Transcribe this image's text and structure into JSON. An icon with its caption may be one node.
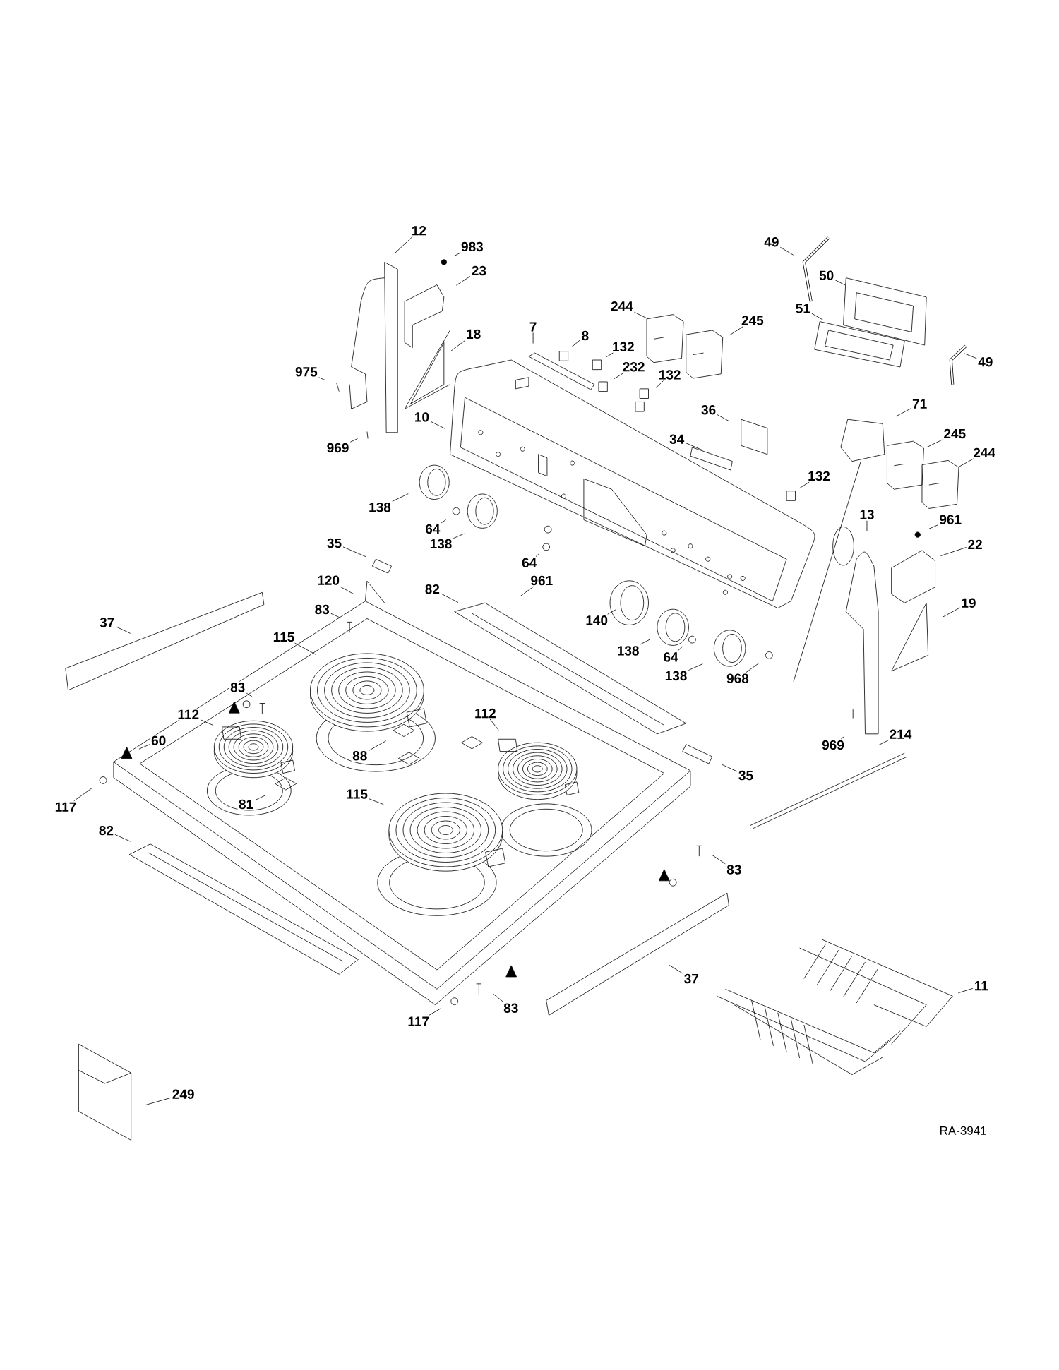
{
  "diagram": {
    "nodes": [
      {
        "text": [
          "12"
        ]
      },
      {
        "text": [
          "49"
        ]
      },
      {
        "text": [
          "983"
        ]
      },
      {
        "text": [
          "23"
        ]
      },
      {
        "text": [
          "50"
        ]
      },
      {
        "text": [
          "244"
        ]
      },
      {
        "text": [
          "51"
        ]
      },
      {
        "text": [
          "245"
        ]
      },
      {
        "text": [
          "7"
        ]
      },
      {
        "text": [
          "18"
        ]
      },
      {
        "text": [
          "8"
        ]
      },
      {
        "text": [
          "132"
        ]
      },
      {
        "text": [
          "49"
        ]
      },
      {
        "text": [
          "232"
        ]
      },
      {
        "text": [
          "975"
        ]
      },
      {
        "text": [
          "132"
        ]
      },
      {
        "text": [
          "71"
        ]
      },
      {
        "text": [
          "36"
        ]
      },
      {
        "text": [
          "10"
        ]
      },
      {
        "text": [
          "245"
        ]
      },
      {
        "text": [
          "34"
        ]
      },
      {
        "text": [
          "969"
        ]
      },
      {
        "text": [
          "244"
        ]
      },
      {
        "text": [
          "132"
        ]
      },
      {
        "text": [
          "138"
        ]
      },
      {
        "text": [
          "13"
        ]
      },
      {
        "text": [
          "961"
        ]
      },
      {
        "text": [
          "64"
        ]
      },
      {
        "text": [
          "138"
        ]
      },
      {
        "text": [
          "35"
        ]
      },
      {
        "text": [
          "22"
        ]
      },
      {
        "text": [
          "64"
        ]
      },
      {
        "text": [
          "120"
        ]
      },
      {
        "text": [
          "961"
        ]
      },
      {
        "text": [
          "82"
        ]
      },
      {
        "text": [
          "19"
        ]
      },
      {
        "text": [
          "83"
        ]
      },
      {
        "text": [
          "140"
        ]
      },
      {
        "text": [
          "37"
        ]
      },
      {
        "text": [
          "115"
        ]
      },
      {
        "text": [
          "138"
        ]
      },
      {
        "text": [
          "64"
        ]
      },
      {
        "text": [
          "138"
        ]
      },
      {
        "text": [
          "968"
        ]
      },
      {
        "text": [
          "83"
        ]
      },
      {
        "text": [
          "112"
        ]
      },
      {
        "text": [
          "112"
        ]
      },
      {
        "text": [
          "214"
        ]
      },
      {
        "text": [
          "969"
        ]
      },
      {
        "text": [
          "60"
        ]
      },
      {
        "text": [
          "88"
        ]
      },
      {
        "text": [
          "35"
        ]
      },
      {
        "text": [
          "115"
        ]
      },
      {
        "text": [
          "81"
        ]
      },
      {
        "text": [
          "117"
        ]
      },
      {
        "text": [
          "82"
        ]
      },
      {
        "text": [
          "83"
        ]
      },
      {
        "text": [
          "37"
        ]
      },
      {
        "text": [
          "11"
        ]
      },
      {
        "text": [
          "83"
        ]
      },
      {
        "text": [
          "117"
        ]
      },
      {
        "text": [
          "249"
        ]
      }
    ],
    "edges": [
      {
        "from": 0,
        "to": null,
        "arrow": "none"
      },
      {
        "from": 1,
        "to": null,
        "arrow": "none"
      },
      {
        "from": 2,
        "to": null,
        "arrow": "none"
      },
      {
        "from": 3,
        "to": null,
        "arrow": "none"
      },
      {
        "from": 4,
        "to": null,
        "arrow": "none"
      },
      {
        "from": 5,
        "to": null,
        "arrow": "none"
      },
      {
        "from": 6,
        "to": null,
        "arrow": "none"
      },
      {
        "from": 7,
        "to": null,
        "arrow": "none"
      },
      {
        "from": 8,
        "to": null,
        "arrow": "none"
      },
      {
        "from": 9,
        "to": null,
        "arrow": "none"
      },
      {
        "from": 10,
        "to": null,
        "arrow": "none"
      },
      {
        "from": 11,
        "to": null,
        "arrow": "none"
      },
      {
        "from": 12,
        "to": null,
        "arrow": "none"
      },
      {
        "from": 13,
        "to": null,
        "arrow": "none"
      },
      {
        "from": 14,
        "to": null,
        "arrow": "none"
      },
      {
        "from": 15,
        "to": null,
        "arrow": "none"
      },
      {
        "from": 16,
        "to": null,
        "arrow": "none"
      },
      {
        "from": 17,
        "to": null,
        "arrow": "none"
      },
      {
        "from": 18,
        "to": null,
        "arrow": "none"
      },
      {
        "from": 19,
        "to": null,
        "arrow": "none"
      },
      {
        "from": 20,
        "to": null,
        "arrow": "none"
      },
      {
        "from": 21,
        "to": null,
        "arrow": "none"
      },
      {
        "from": 22,
        "to": null,
        "arrow": "none"
      },
      {
        "from": 23,
        "to": null,
        "arrow": "none"
      },
      {
        "from": 24,
        "to": null,
        "arrow": "none"
      },
      {
        "from": 25,
        "to": null,
        "arrow": "none"
      },
      {
        "from": 26,
        "to": null,
        "arrow": "none"
      },
      {
        "from": 27,
        "to": null,
        "arrow": "none"
      },
      {
        "from": 28,
        "to": null,
        "arrow": "none"
      },
      {
        "from": 29,
        "to": null,
        "arrow": "none"
      },
      {
        "from": 30,
        "to": null,
        "arrow": "none"
      },
      {
        "from": 31,
        "to": null,
        "arrow": "none"
      },
      {
        "from": 32,
        "to": null,
        "arrow": "none"
      },
      {
        "from": 33,
        "to": null,
        "arrow": "none"
      },
      {
        "from": 34,
        "to": null,
        "arrow": "none"
      },
      {
        "from": 35,
        "to": null,
        "arrow": "none"
      },
      {
        "from": 36,
        "to": null,
        "arrow": "none"
      },
      {
        "from": 37,
        "to": null,
        "arrow": "none"
      },
      {
        "from": 38,
        "to": null,
        "arrow": "none"
      },
      {
        "from": 39,
        "to": null,
        "arrow": "none"
      },
      {
        "from": 40,
        "to": null,
        "arrow": "none"
      },
      {
        "from": 41,
        "to": null,
        "arrow": "none"
      },
      {
        "from": 42,
        "to": null,
        "arrow": "none"
      },
      {
        "from": 43,
        "to": null,
        "arrow": "none"
      },
      {
        "from": 44,
        "to": null,
        "arrow": "none"
      },
      {
        "from": 45,
        "to": null,
        "arrow": "none"
      },
      {
        "from": 46,
        "to": null,
        "arrow": "none"
      },
      {
        "from": 47,
        "to": null,
        "arrow": "none"
      },
      {
        "from": 48,
        "to": null,
        "arrow": "none"
      },
      {
        "from": 49,
        "to": null,
        "arrow": "none"
      },
      {
        "from": 50,
        "to": null,
        "arrow": "none"
      },
      {
        "from": 51,
        "to": null,
        "arrow": "none"
      },
      {
        "from": 52,
        "to": null,
        "arrow": "none"
      },
      {
        "from": 53,
        "to": null,
        "arrow": "none"
      },
      {
        "from": 54,
        "to": null,
        "arrow": "none"
      },
      {
        "from": 55,
        "to": null,
        "arrow": "none"
      },
      {
        "from": 56,
        "to": null,
        "arrow": "none"
      },
      {
        "from": 57,
        "to": null,
        "arrow": "none"
      },
      {
        "from": 58,
        "to": null,
        "arrow": "none"
      },
      {
        "from": 59,
        "to": null,
        "arrow": "none"
      },
      {
        "from": 60,
        "to": null,
        "arrow": "none"
      },
      {
        "from": 61,
        "to": null,
        "arrow": "none"
      }
    ],
    "labels": [
      "RA-3941"
    ]
  }
}
